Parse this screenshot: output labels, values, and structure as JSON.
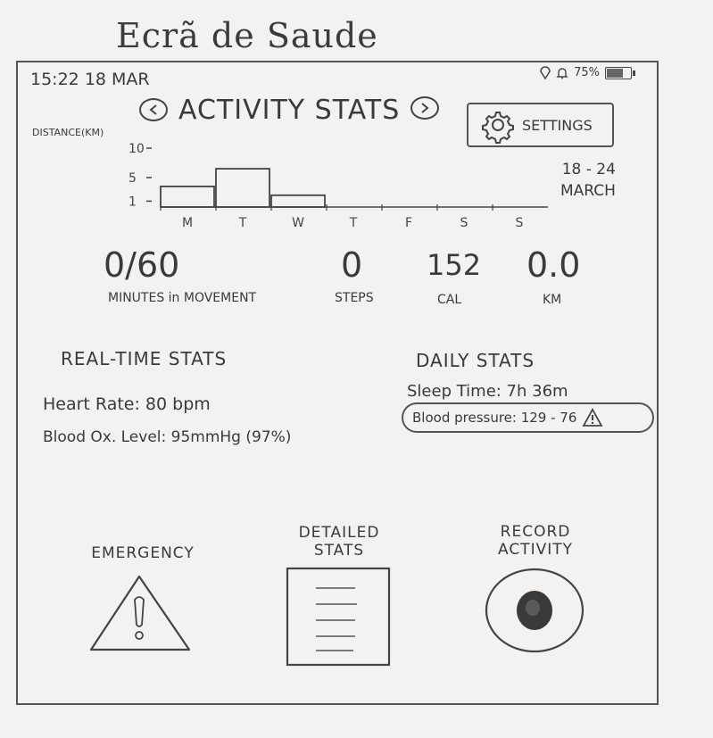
{
  "app_title": "Ecrã de Saude",
  "status_bar": {
    "time": "15:22",
    "date": "18 MAR",
    "battery_text": "75%",
    "battery_level": 0.75
  },
  "header": {
    "prev_icon": "chevron-left-icon",
    "title": "ACTIVITY STATS",
    "next_icon": "chevron-right-icon"
  },
  "settings": {
    "label": "SETTINGS",
    "icon": "gear-icon"
  },
  "chart_data": {
    "type": "bar",
    "ylabel": "DISTANCE(KM)",
    "yticks": [
      "1",
      "5",
      "10"
    ],
    "categories": [
      "M",
      "T",
      "W",
      "T",
      "F",
      "S",
      "S"
    ],
    "values": [
      3.5,
      6.5,
      2,
      0,
      0,
      0,
      0
    ],
    "ylim": [
      0,
      10
    ],
    "range_label_line1": "18 - 24",
    "range_label_line2": "MARCH"
  },
  "summary": [
    {
      "value": "0/60",
      "label": "MINUTES in MOVEMENT"
    },
    {
      "value": "0",
      "label": "STEPS"
    },
    {
      "value": "152",
      "label": "CAL"
    },
    {
      "value": "0.0",
      "label": "KM"
    }
  ],
  "realtime": {
    "title": "REAL-TIME STATS",
    "heart_rate": "Heart Rate: 80 bpm",
    "blood_ox": "Blood Ox. Level: 95mmHg (97%)"
  },
  "daily": {
    "title": "DAILY STATS",
    "sleep_time": "Sleep Time: 7h 36m",
    "blood_pressure": "Blood pressure: 129 - 76"
  },
  "actions": {
    "emergency": "EMERGENCY",
    "detailed_line1": "DETAILED",
    "detailed_line2": "STATS",
    "record_line1": "RECORD",
    "record_line2": "ACTIVITY"
  }
}
